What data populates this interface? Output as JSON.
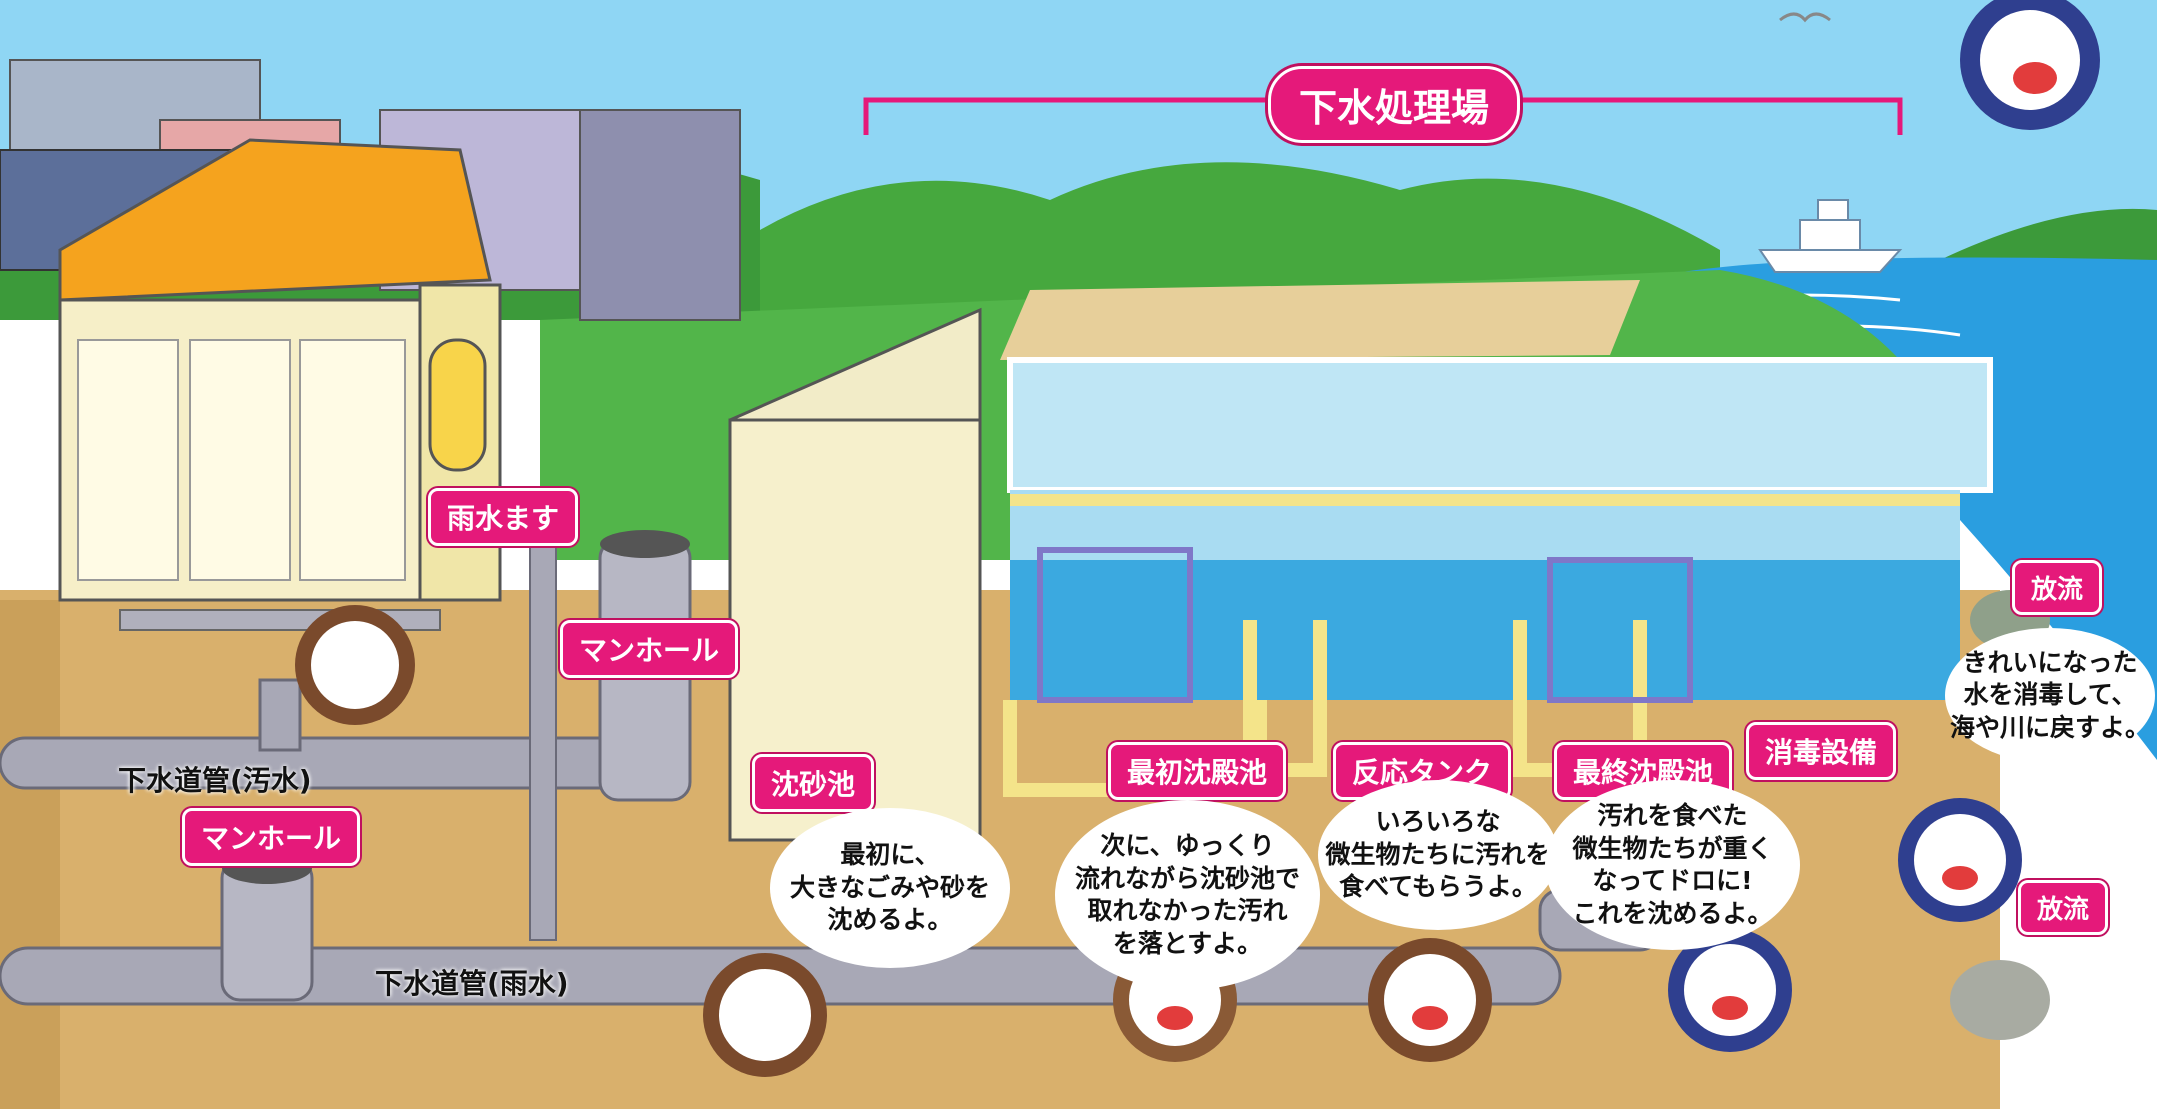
{
  "title": "下水処理場",
  "labels": {
    "rain_box": "雨水ます",
    "manhole_top": "マンホール",
    "manhole_bottom": "マンホール",
    "sewer_sewage": "下水道管(汚水)",
    "sewer_rain": "下水道管(雨水)",
    "grit_chamber": "沈砂池",
    "primary_sedimentation": "最初沈殿池",
    "reaction_tank": "反応タンク",
    "final_sedimentation": "最終沈殿池",
    "disinfection": "消毒設備",
    "discharge_top": "放流",
    "discharge_bottom": "放流"
  },
  "bubbles": {
    "step1": "最初に、\n大きなごみや砂を\n沈めるよ。",
    "step2": "次に、ゆっくり\n流れながら沈砂池で\n取れなかった汚れ\nを落とすよ。",
    "step3": "いろいろな\n微生物たちに汚れを\n食べてもらうよ。",
    "step4": "汚れを食べた\n微生物たちが重く\nなってドロに!\nこれを沈めるよ。",
    "step5": "きれいになった\n水を消毒して、\n海や川に戻すよ。"
  },
  "colors": {
    "sky": "#7fd0f2",
    "ground": "#d9b06c",
    "pipe": "#9a9aa8",
    "label_pink": "#e5197a",
    "water": "#3ba9e0",
    "grass": "#4fb848",
    "sea": "#2a9ee0"
  }
}
